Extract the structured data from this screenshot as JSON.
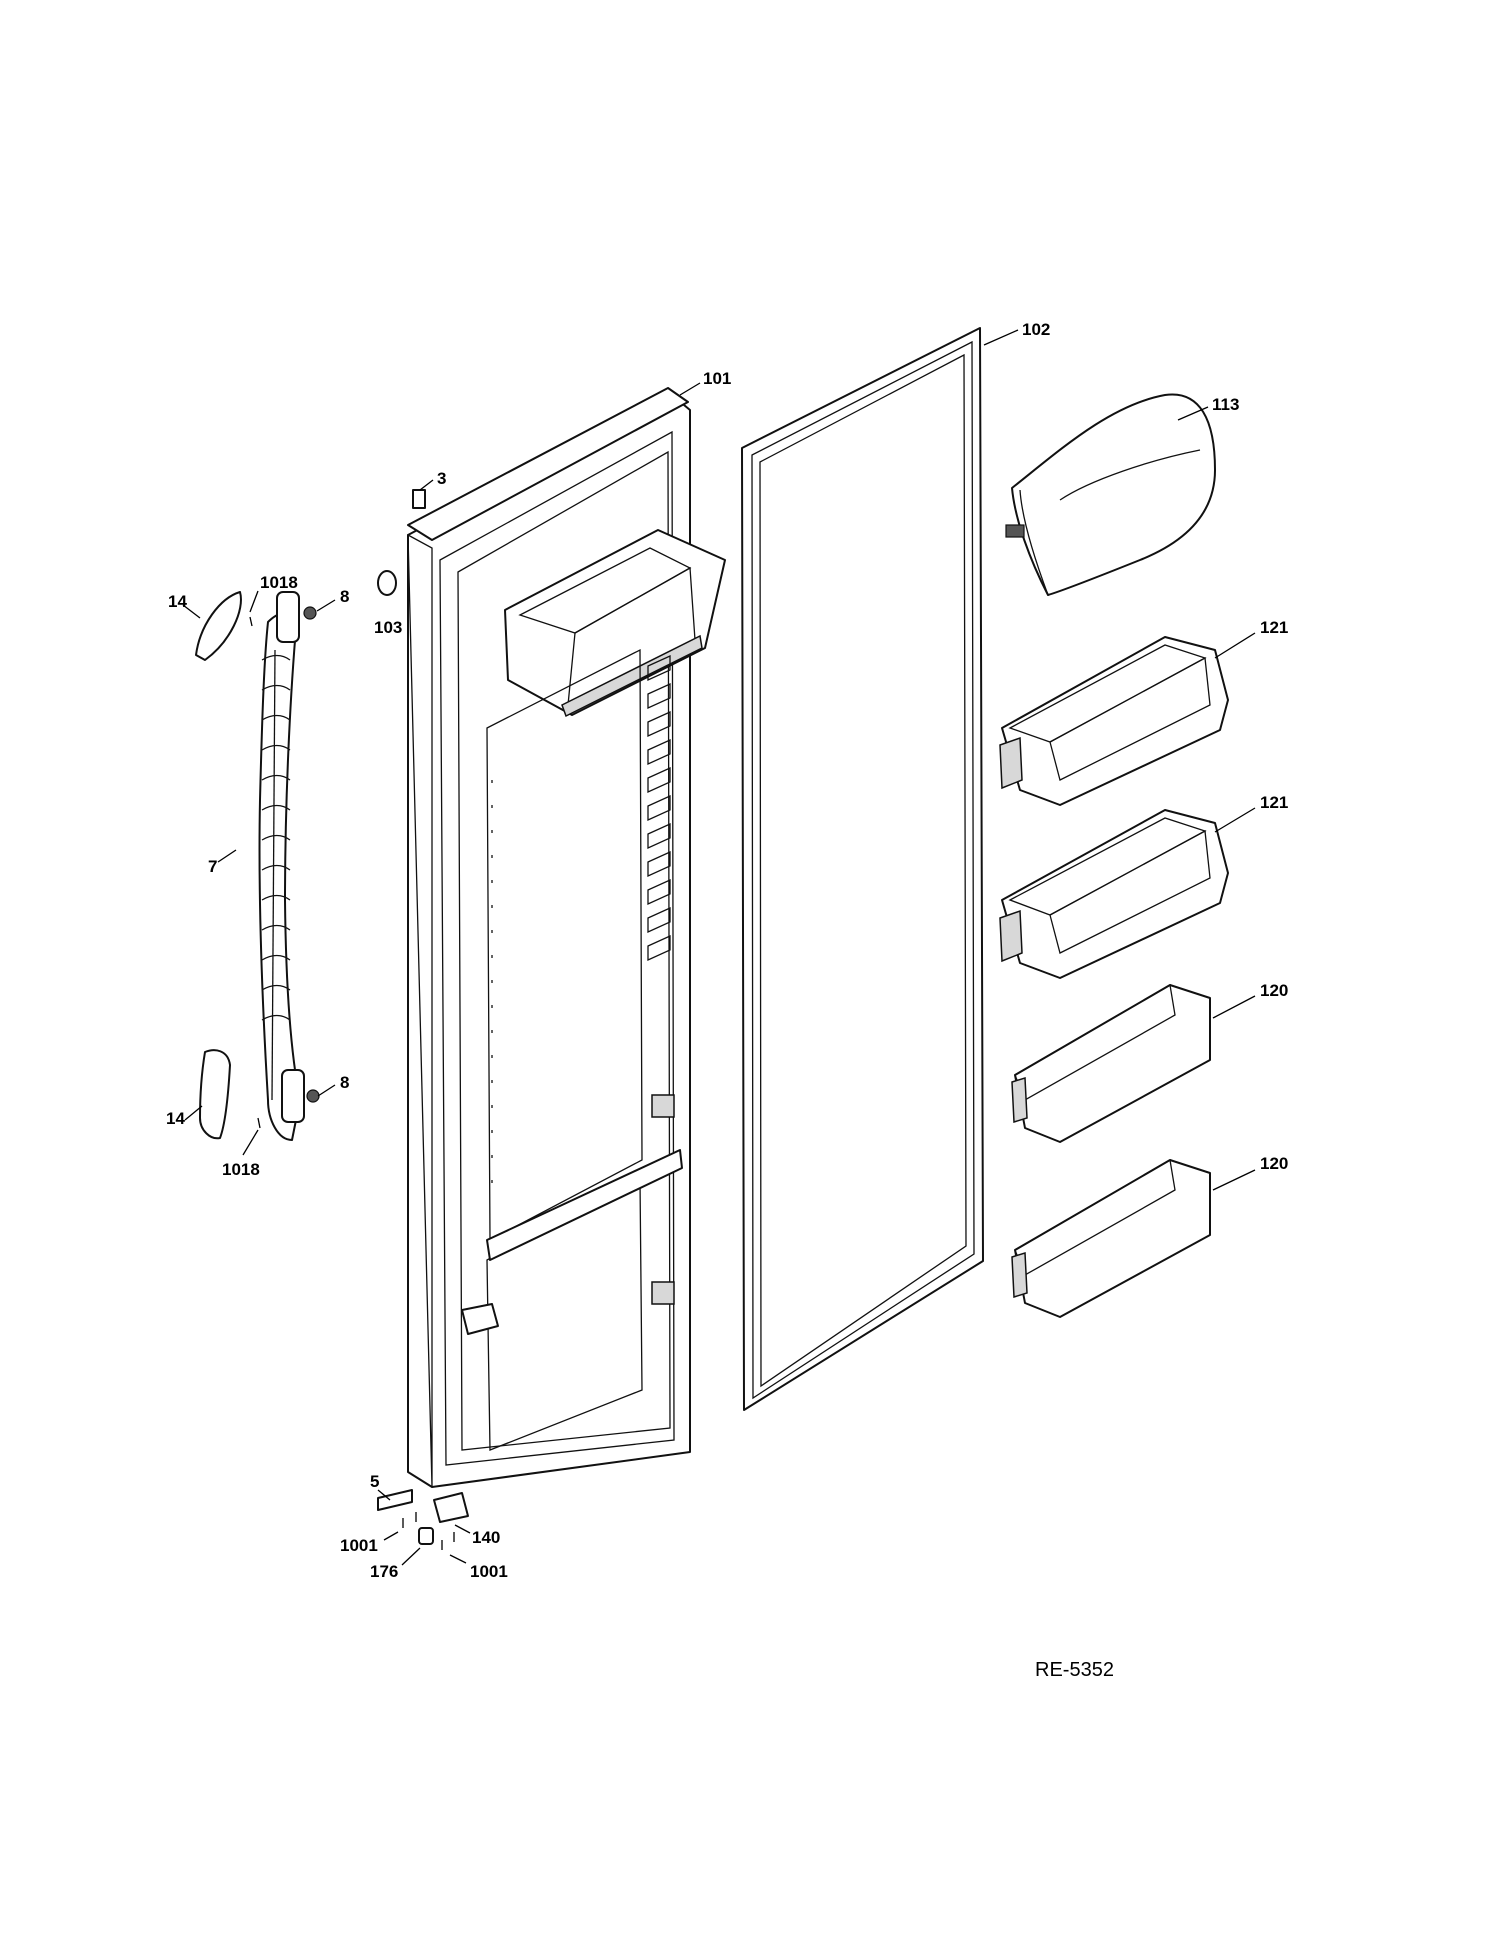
{
  "diagram": {
    "reference": "RE-5352",
    "callouts": {
      "c102": "102",
      "c101": "101",
      "c113": "113",
      "c3": "3",
      "c1018a": "1018",
      "c14a": "14",
      "c8a": "8",
      "c103": "103",
      "c121a": "121",
      "c121b": "121",
      "c7": "7",
      "c120a": "120",
      "c120b": "120",
      "c8b": "8",
      "c14b": "14",
      "c1018b": "1018",
      "c5": "5",
      "c1001a": "1001",
      "c140": "140",
      "c176": "176",
      "c1001b": "1001"
    }
  }
}
